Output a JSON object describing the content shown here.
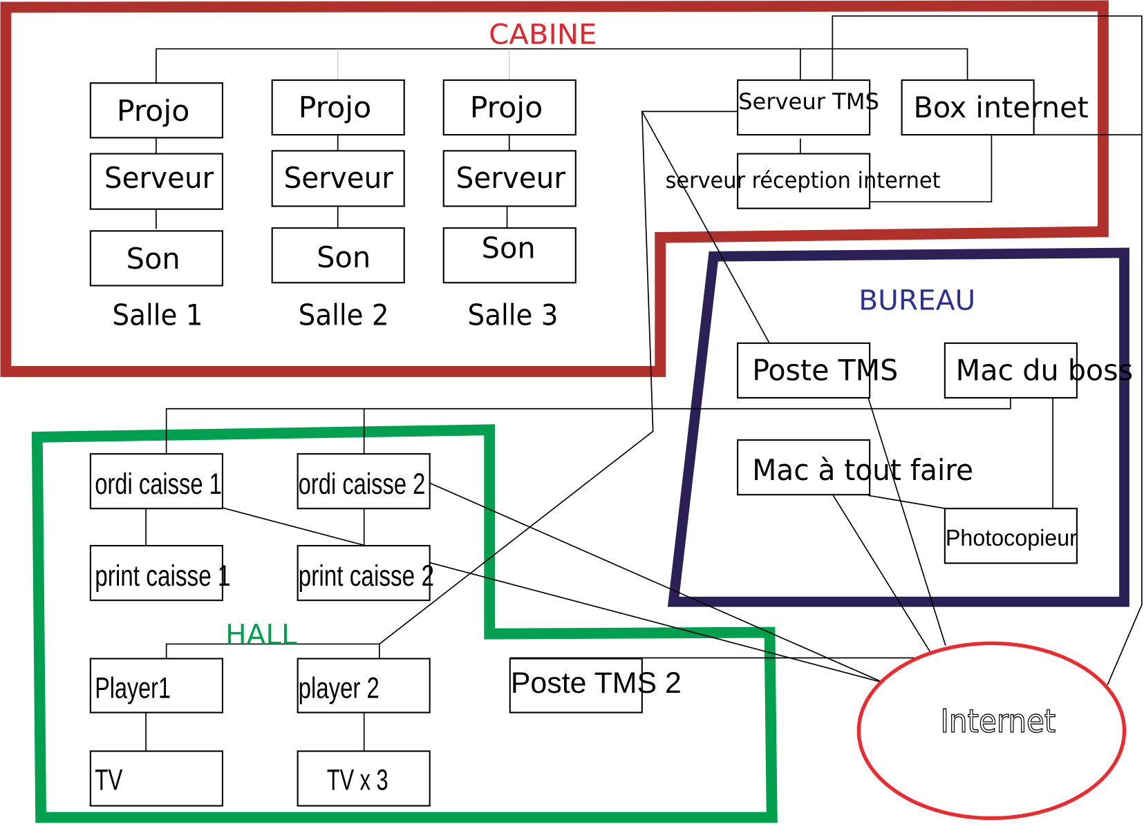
{
  "zones": {
    "cabine": {
      "title": "CABINE",
      "color": "#b0312c",
      "title_color": "#e8232b"
    },
    "bureau": {
      "title": "BUREAU",
      "color": "#2c2157",
      "title_color": "#2e3192"
    },
    "hall": {
      "title": "HALL",
      "color": "#00a04f",
      "title_color": "#00a04f"
    },
    "internet": {
      "label": "Internet",
      "color": "#ee2a2f"
    }
  },
  "cabine": {
    "salles": [
      {
        "label": "Salle 1",
        "projo": "Projo",
        "serveur": "Serveur",
        "son": "Son"
      },
      {
        "label": "Salle 2",
        "projo": "Projo",
        "serveur": "Serveur",
        "son": "Son"
      },
      {
        "label": "Salle 3",
        "projo": "Projo",
        "serveur": "Serveur",
        "son": "Son"
      }
    ],
    "serveur_tms": "Serveur TMS",
    "box_internet": "Box internet",
    "serveur_reception": "serveur réception internet"
  },
  "bureau": {
    "poste_tms": "Poste TMS",
    "mac_boss": "Mac du boss",
    "mac_tout_faire": "Mac à tout faire",
    "photocopieur": "Photocopieur"
  },
  "hall": {
    "ordi_caisse_1": "ordi caisse 1",
    "ordi_caisse_2": "ordi caisse 2",
    "print_caisse_1": "print caisse 1",
    "print_caisse_2": "print caisse 2",
    "player_1": "Player1",
    "player_2": "player 2",
    "tv": "TV",
    "tv_x3": "TV x 3",
    "poste_tms_2": "Poste TMS 2"
  }
}
